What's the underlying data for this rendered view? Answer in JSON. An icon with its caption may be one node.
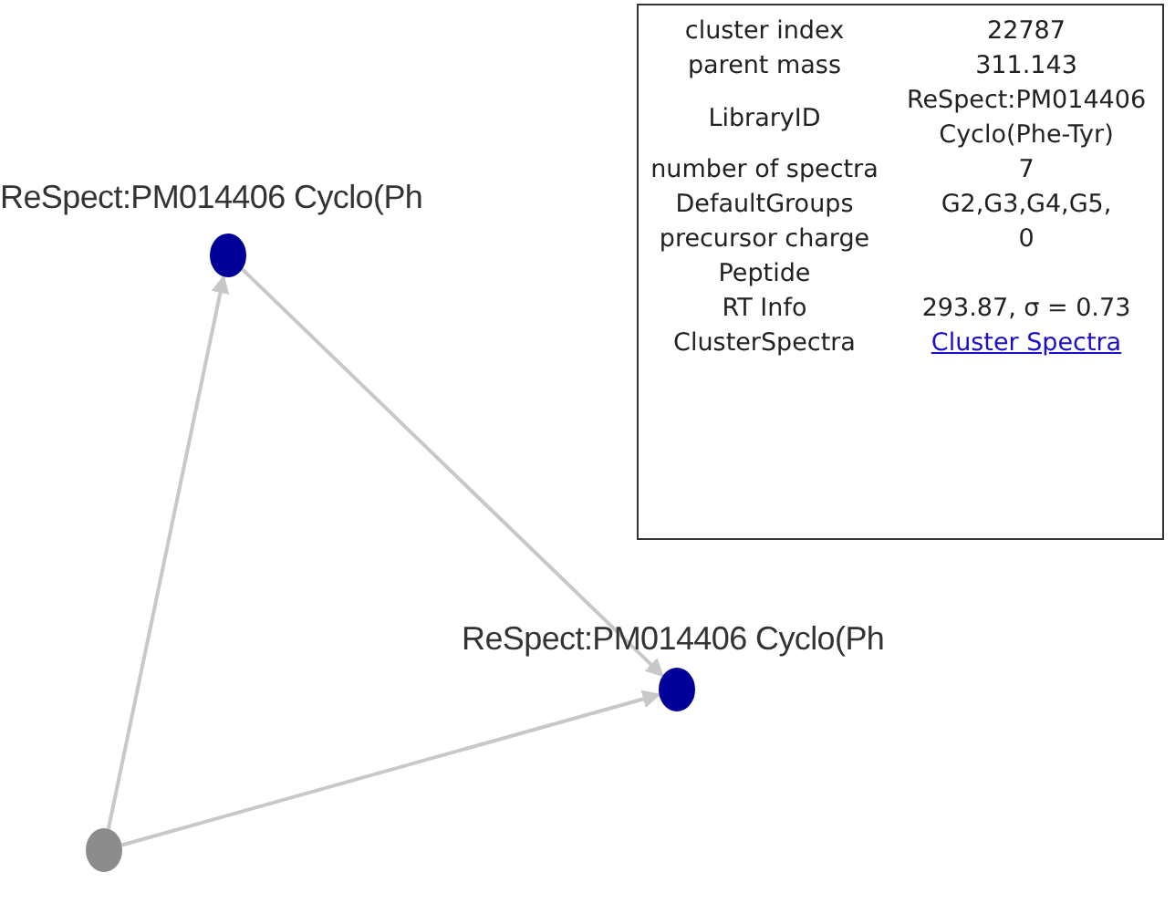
{
  "diagram": {
    "nodes": [
      {
        "text": [
          "ReSpect:PM014406 Cyclo(Ph"
        ]
      },
      {
        "text": [
          "ReSpect:PM014406 Cyclo(Ph"
        ]
      },
      {
        "text": [],
        "shape": "circle"
      }
    ],
    "edges": [
      {
        "from": 2,
        "to": 0,
        "arrow": "to"
      },
      {
        "from": 0,
        "to": 1,
        "arrow": "to"
      },
      {
        "from": 2,
        "to": 1,
        "arrow": "to"
      }
    ],
    "labels": [
      "cluster index",
      "22787",
      "parent mass",
      "311.143",
      "LibraryID",
      "ReSpect:PM014406 Cyclo(Phe-Tyr)",
      "number of spectra",
      "7",
      "DefaultGroups",
      "G2,G3,G4,G5,",
      "precursor charge",
      "0",
      "Peptide",
      "RT Info",
      "293.87, σ = 0.73",
      "ClusterSpectra",
      "Cluster Spectra"
    ]
  }
}
